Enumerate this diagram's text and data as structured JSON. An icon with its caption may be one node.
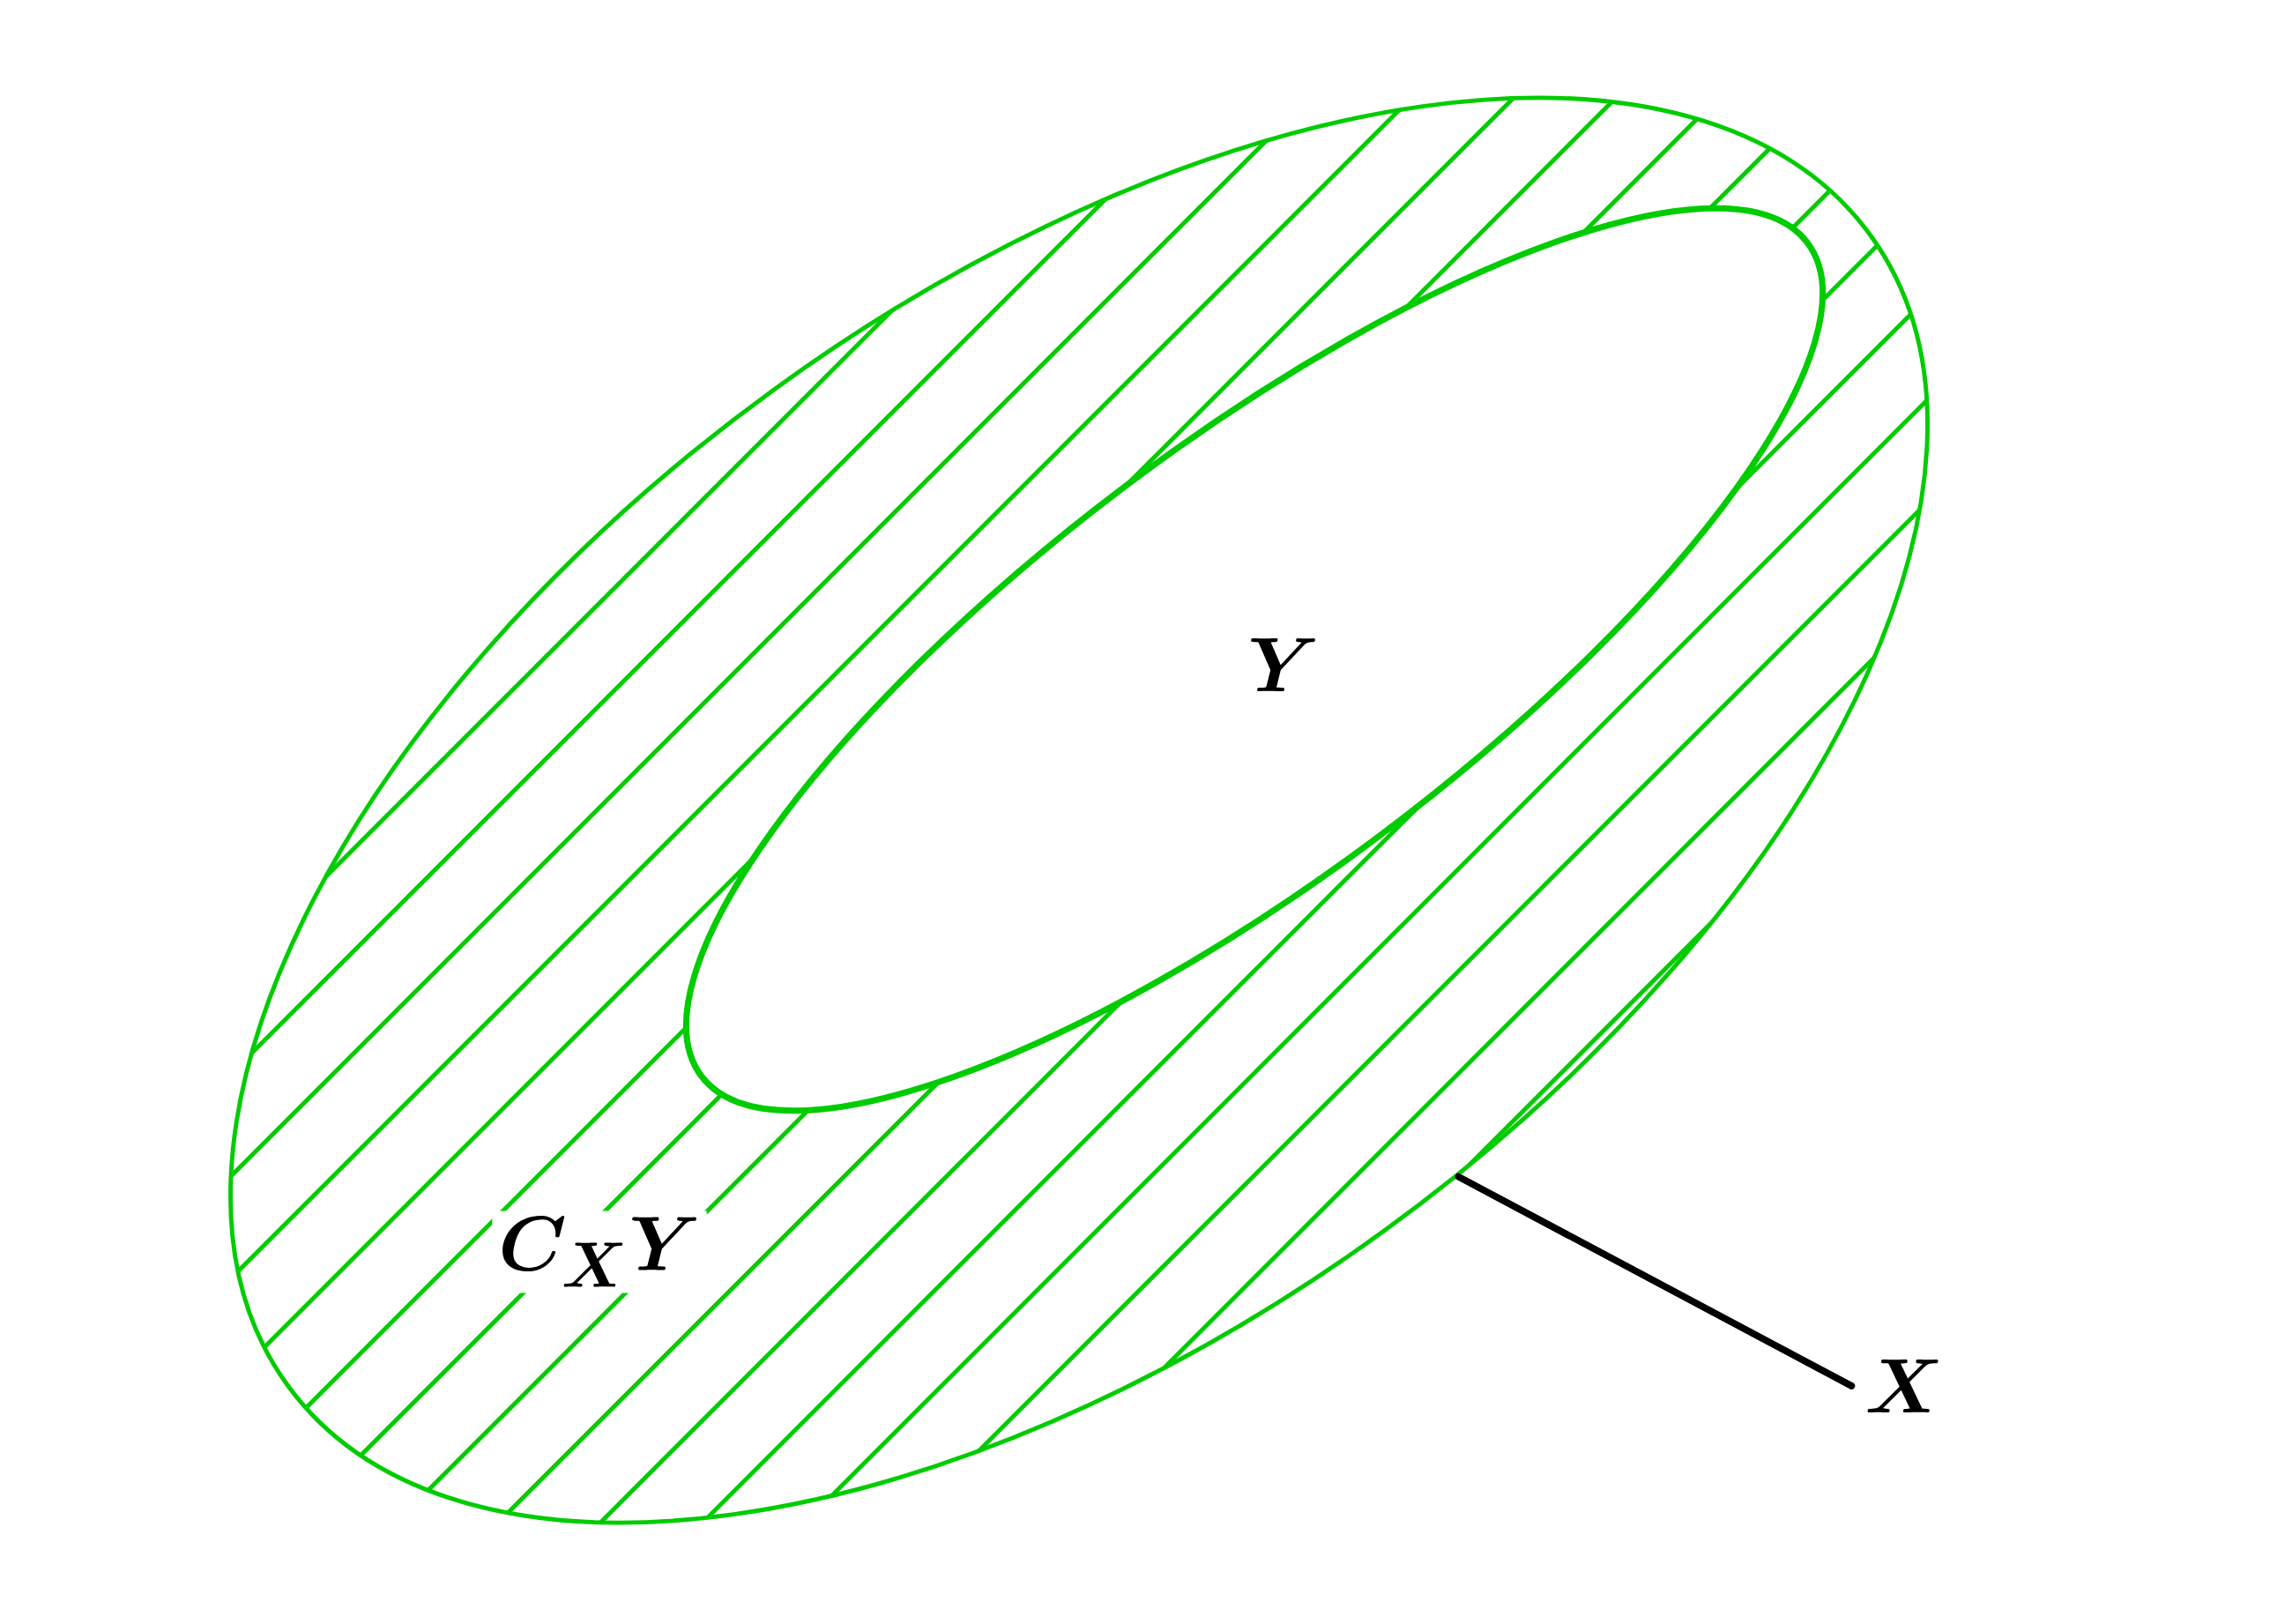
{
  "diagram": {
    "nodes": [
      {
        "text": [],
        "shape": "ellipse"
      },
      {
        "text": [
          "Y"
        ],
        "in": 0
      },
      {
        "text": [
          "X"
        ]
      }
    ],
    "edges": [
      {
        "from": 2,
        "to": 0,
        "arrow": "none"
      }
    ],
    "labels": [
      "C_{X}Y"
    ]
  }
}
